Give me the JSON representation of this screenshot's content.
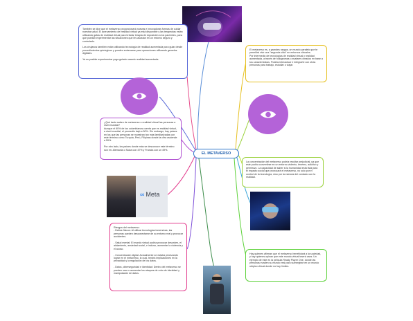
{
  "center": {
    "label": "EL METAVERSO"
  },
  "cards": {
    "top_left": "También se dice que el metaverso proporcionará nuevas e innovadoras formas de cuidar nuestra salud. El acercamiento de realidad virtual ya está disponible y las terapeutas están utilizando gafas de realidad virtual para brindar terapia de exposición a los pacientes, para que puedan experimentar las situaciones que les asustan en un entorno seguro y controlado.\n\nLos cirujanos también están utilizando tecnología de realidad aumentada para guiar desde procedimientos quirúrgicos y pueden entrenarse para operaciones utilizando gemelos digitales.\n\nYa es posible experimentar yoga guiado usando realidad aumentada.",
    "mid_left": "¿Qué tanto saben de metaverso o realidad virtual las personas a nivel mundial?\nAunque el 60% de los colombianos cuenta que es realidad virtual, a nivel mundial, el promedio bajó a 50%. Sin embargo, hay países en los que las personas se muestran tan más familiarizadas con este término como Turquía, Perú, Filipinas donde la cifra asciende a 59%.\n\nPor otro lado, los países donde más se desconoce este término son en: Alemania o Suiza con 47% y Francia con un 49%.",
    "bottom_left": "Riesgos del metaverso:\n- Daños físicos: Al utilizar tecnologías inmersivas, las personas pueden desconectarse de su entorno real y provocar accidentes.\n\n- Salud mental: El mundo virtual podría provocar desorden, el aislamiento, ansiedad social, e incluso, aumentar la violencia y el acoso.\n\n- Concentración digital: Actualmente se estaba priorizando lograr en el metaverso, lo cual, tendrá implicaciones en la privacidad y la regulación de los datos.\n\n- Datos, ciberseguridad e identidad: Dentro del metaverso se pueden usar o aumentar los ataques de robo de identidad y manipulación de datos.",
    "top_right": "El metaverso es, a grandes rasgos, un mundo paralelo que te permitirá vivir una \"segunda vida\" en entornos virtuales.\nPor intermedio de tecnologías de realidad virtual y realidad aumentada, a través de hologramas o avatares creados en base a tus características. Podrás interactuar e integrarte con otras personas para trabajo, estudiar o viajar.",
    "mid_right": "La concentración del metaverso podría resultar perjudicial, ya que este podría convertirse en un entorno violento, tenerno, adictivo y permisivo. La capacidad de saber si la humanidad está lista para el impacto social que provocará el metaverso, no solo por el control de la tecnología, sino por la esencia del contacto con la realidad.",
    "bottom_right": "Hay quienes afirman que el metaverso beneficiará a la sociedad, y hay quienes opinan que este mundo virtual traerá caos. Un ejemplo de este es la película Ready Player One, donde las personas evaden su mundo real para sumergirse en un mundo utópico virtual donde no hay límites."
  },
  "images": {
    "meta_logo_text": "Meta"
  },
  "colors": {
    "center_border": "#2a74c9",
    "eye_fill": "#b463d8",
    "branch_top_left": "#5b8fd8",
    "branch_top_left2": "#e64b8a",
    "branch_mid_left": "#b04fd0",
    "branch_meta": "#e23a8c",
    "branch_bottom_left": "#7c4dd8",
    "branch_bottom": "#3c8c4a",
    "branch_top_right": "#e6c020",
    "branch_eye_right": "#9bd23c",
    "branch_mid_right": "#b4dc2c",
    "branch_ready": "#37a3d8",
    "branch_bottom_right": "#5fd23c"
  }
}
